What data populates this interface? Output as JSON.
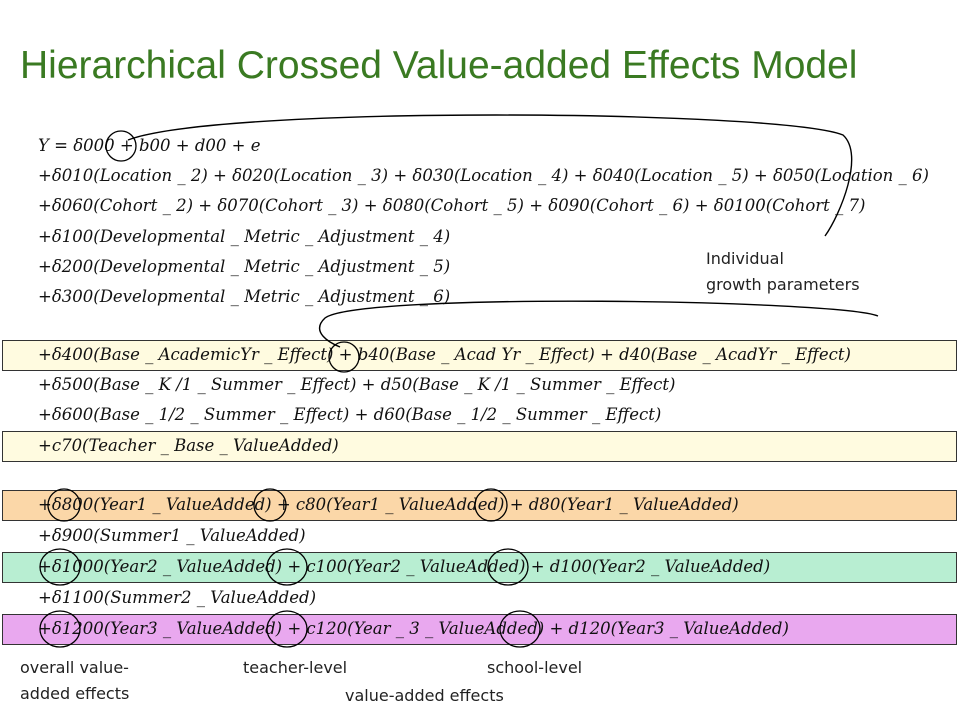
{
  "title": "Hierarchical Crossed Value-added Effects Model",
  "equations": [
    "Y = δ000 + b00 + d00 + e",
    "+δ010(Location _ 2) + δ020(Location _ 3) + δ030(Location _ 4) + δ040(Location _ 5) + δ050(Location _ 6)",
    "+δ060(Cohort _ 2) + δ070(Cohort _ 3) + δ080(Cohort _ 5) + δ090(Cohort _ 6) + δ0100(Cohort _ 7)",
    "+δ100(Developmental _ Metric _ Adjustment _ 4)",
    "+δ200(Developmental _ Metric _ Adjustment _ 5)",
    "+δ300(Developmental _ Metric _ Adjustment _ 6)",
    "+δ400(Base _ AcademicYr _ Effect) + b40(Base _ Acad Yr _ Effect) + d40(Base _ AcadYr _ Effect)",
    "+δ500(Base _ K /1 _ Summer _ Effect) + d50(Base _ K /1 _ Summer _ Effect)",
    "+δ600(Base _ 1/2 _ Summer _ Effect) + d60(Base _ 1/2 _ Summer _ Effect)",
    "+c70(Teacher _ Base _ ValueAdded)",
    "+δ800(Year1 _ ValueAdded) + c80(Year1 _ ValueAdded) + d80(Year1 _ ValueAdded)",
    "+δ900(Summer1 _ ValueAdded)",
    "+δ1000(Year2 _ ValueAdded) + c100(Year2 _ ValueAdded) + d100(Year2 _ ValueAdded)",
    "+δ1100(Summer2 _ ValueAdded)",
    "+δ1200(Year3 _ ValueAdded) + c120(Year _ 3 _ ValueAdded) + d120(Year3 _ ValueAdded)"
  ],
  "annotations": {
    "individual_1": "Individual",
    "individual_2": "growth parameters",
    "overall_1": "overall value-",
    "overall_2": "added effects",
    "teacher": "teacher-level",
    "school": "school-level",
    "value_added": "value-added effects"
  }
}
